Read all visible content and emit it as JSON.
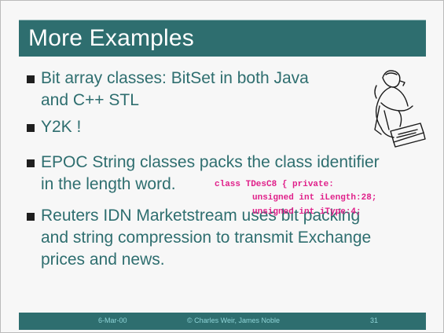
{
  "slide": {
    "title": "More Examples",
    "bullets": [
      {
        "lines": [
          "Bit array classes: BitSet in both Java",
          "and C++ STL"
        ]
      },
      {
        "lines": [
          "Y2K !"
        ]
      },
      {
        "lines": [
          "EPOC String classes packs the class identifier",
          "in the length word."
        ]
      },
      {
        "lines": [
          "Reuters IDN Marketstream uses bit packing",
          "and string compression to transmit Exchange",
          "prices and news."
        ]
      }
    ],
    "code_lines": [
      "class TDesC8 {  private:",
      "unsigned int iLength:28;",
      "unsigned int iType:4;"
    ],
    "footer": {
      "date": "6-Mar-00",
      "authors": "© Charles Weir, James Noble",
      "page": "31"
    },
    "clipart_icon": "man-at-computer-icon",
    "colors": {
      "accent": "#2e6e6f",
      "code": "#e0208a",
      "footer_text": "#8fd5d8"
    }
  }
}
